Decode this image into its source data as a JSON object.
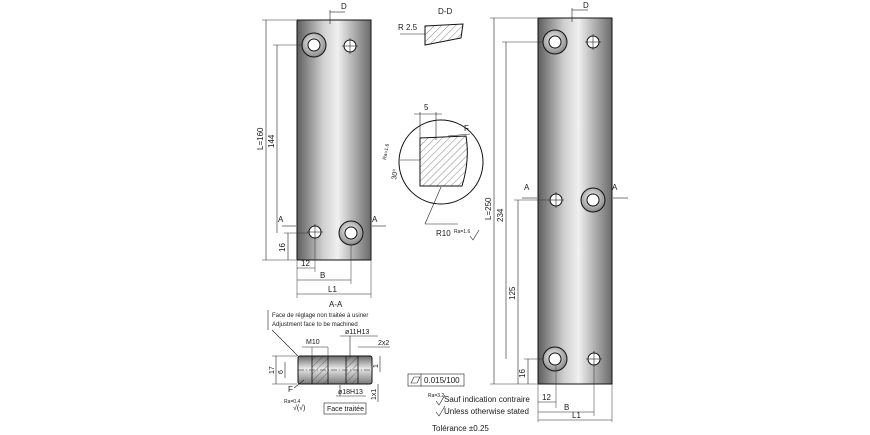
{
  "colors": {
    "steel_light": "#d8d8d8",
    "steel_dark": "#5a5a5a",
    "line": "#1a1a1a"
  },
  "view_left": {
    "section_mark": "D",
    "cut_A_left": "A",
    "cut_A_right": "A",
    "dim_length": "L=160",
    "dim_144": "144",
    "dim_16": "16",
    "dim_12": "12",
    "dim_B": "B",
    "dim_L1": "L1"
  },
  "section_dd": {
    "title": "D-D",
    "radius": "R 2.5"
  },
  "detail": {
    "dim_5": "5",
    "mark_F": "F",
    "angle": "30°",
    "roughness_left": "Ra=1.6",
    "radius": "R10",
    "roughness_right": "Ra=1.6"
  },
  "view_right": {
    "section_mark": "D",
    "cut_A_left": "A",
    "cut_A_right": "A",
    "dim_length": "L=250",
    "dim_234": "234",
    "dim_125": "125",
    "dim_16": "16",
    "dim_12": "12",
    "dim_B": "B",
    "dim_L1": "L1"
  },
  "section_aa": {
    "title": "A-A",
    "note_fr": "Face de réglage non traitée à usiner",
    "note_en": "Adjustment face to be machined",
    "hole_11": "ø11H13",
    "thread": "M10",
    "chamfer": "2x2",
    "hole_18": "ø18H13",
    "face_treated": "Face traitée",
    "dim_17": "17",
    "dim_6": "6",
    "dim_1": "1",
    "dim_1x1": "1x1",
    "mark_F": "F",
    "roughness": "Ra=0.4",
    "roughness_sub": "√(√)"
  },
  "tolerance_frame": "0.015/100",
  "notes": {
    "roughness_label": "Ra=3.2",
    "fr": "Sauf indication contraire",
    "en": "Unless otherwise stated",
    "tolerance": "Tolérance ±0.25"
  }
}
